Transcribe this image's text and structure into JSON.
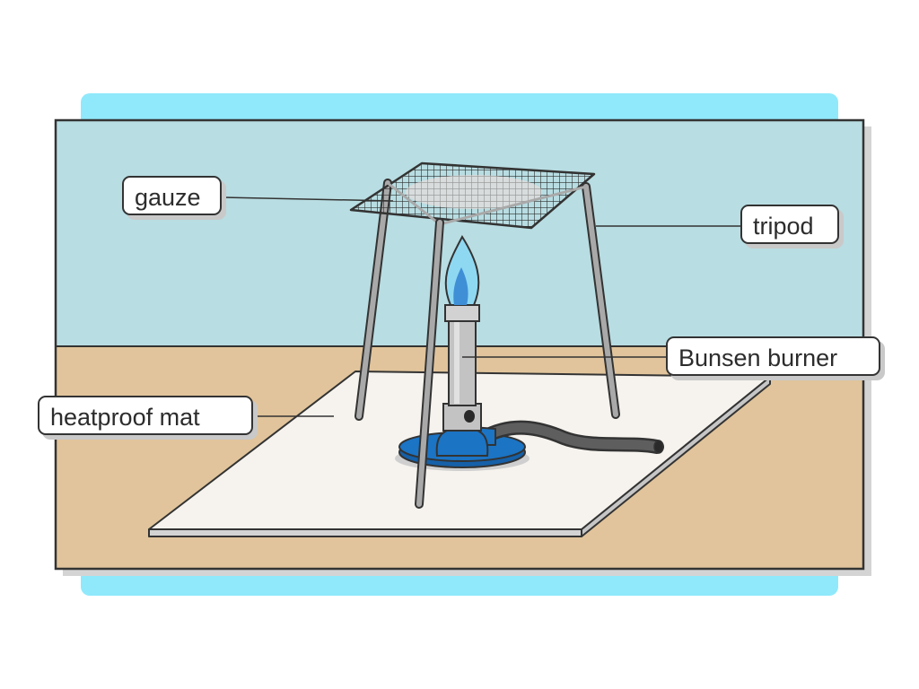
{
  "labels": {
    "gauze": "gauze",
    "tripod": "tripod",
    "bunsen_burner": "Bunsen burner",
    "heatproof_mat": "heatproof mat"
  },
  "colors": {
    "frame_highlight": "#8fe9fb",
    "wall": "#b8dde2",
    "table": "#e1c49b",
    "mat_top": "#f6f3ee",
    "mat_edge": "#d3d3d3",
    "outline": "#333333",
    "tripod_metal": "#a9a9a9",
    "burner_blue": "#1b74c4",
    "burner_tube": "#c3c3c3",
    "flame_outer": "#8fd8f2",
    "flame_inner": "#3f8fd6",
    "hose": "#5e5e5e",
    "gauze_ceramic": "#dcdcdc"
  }
}
